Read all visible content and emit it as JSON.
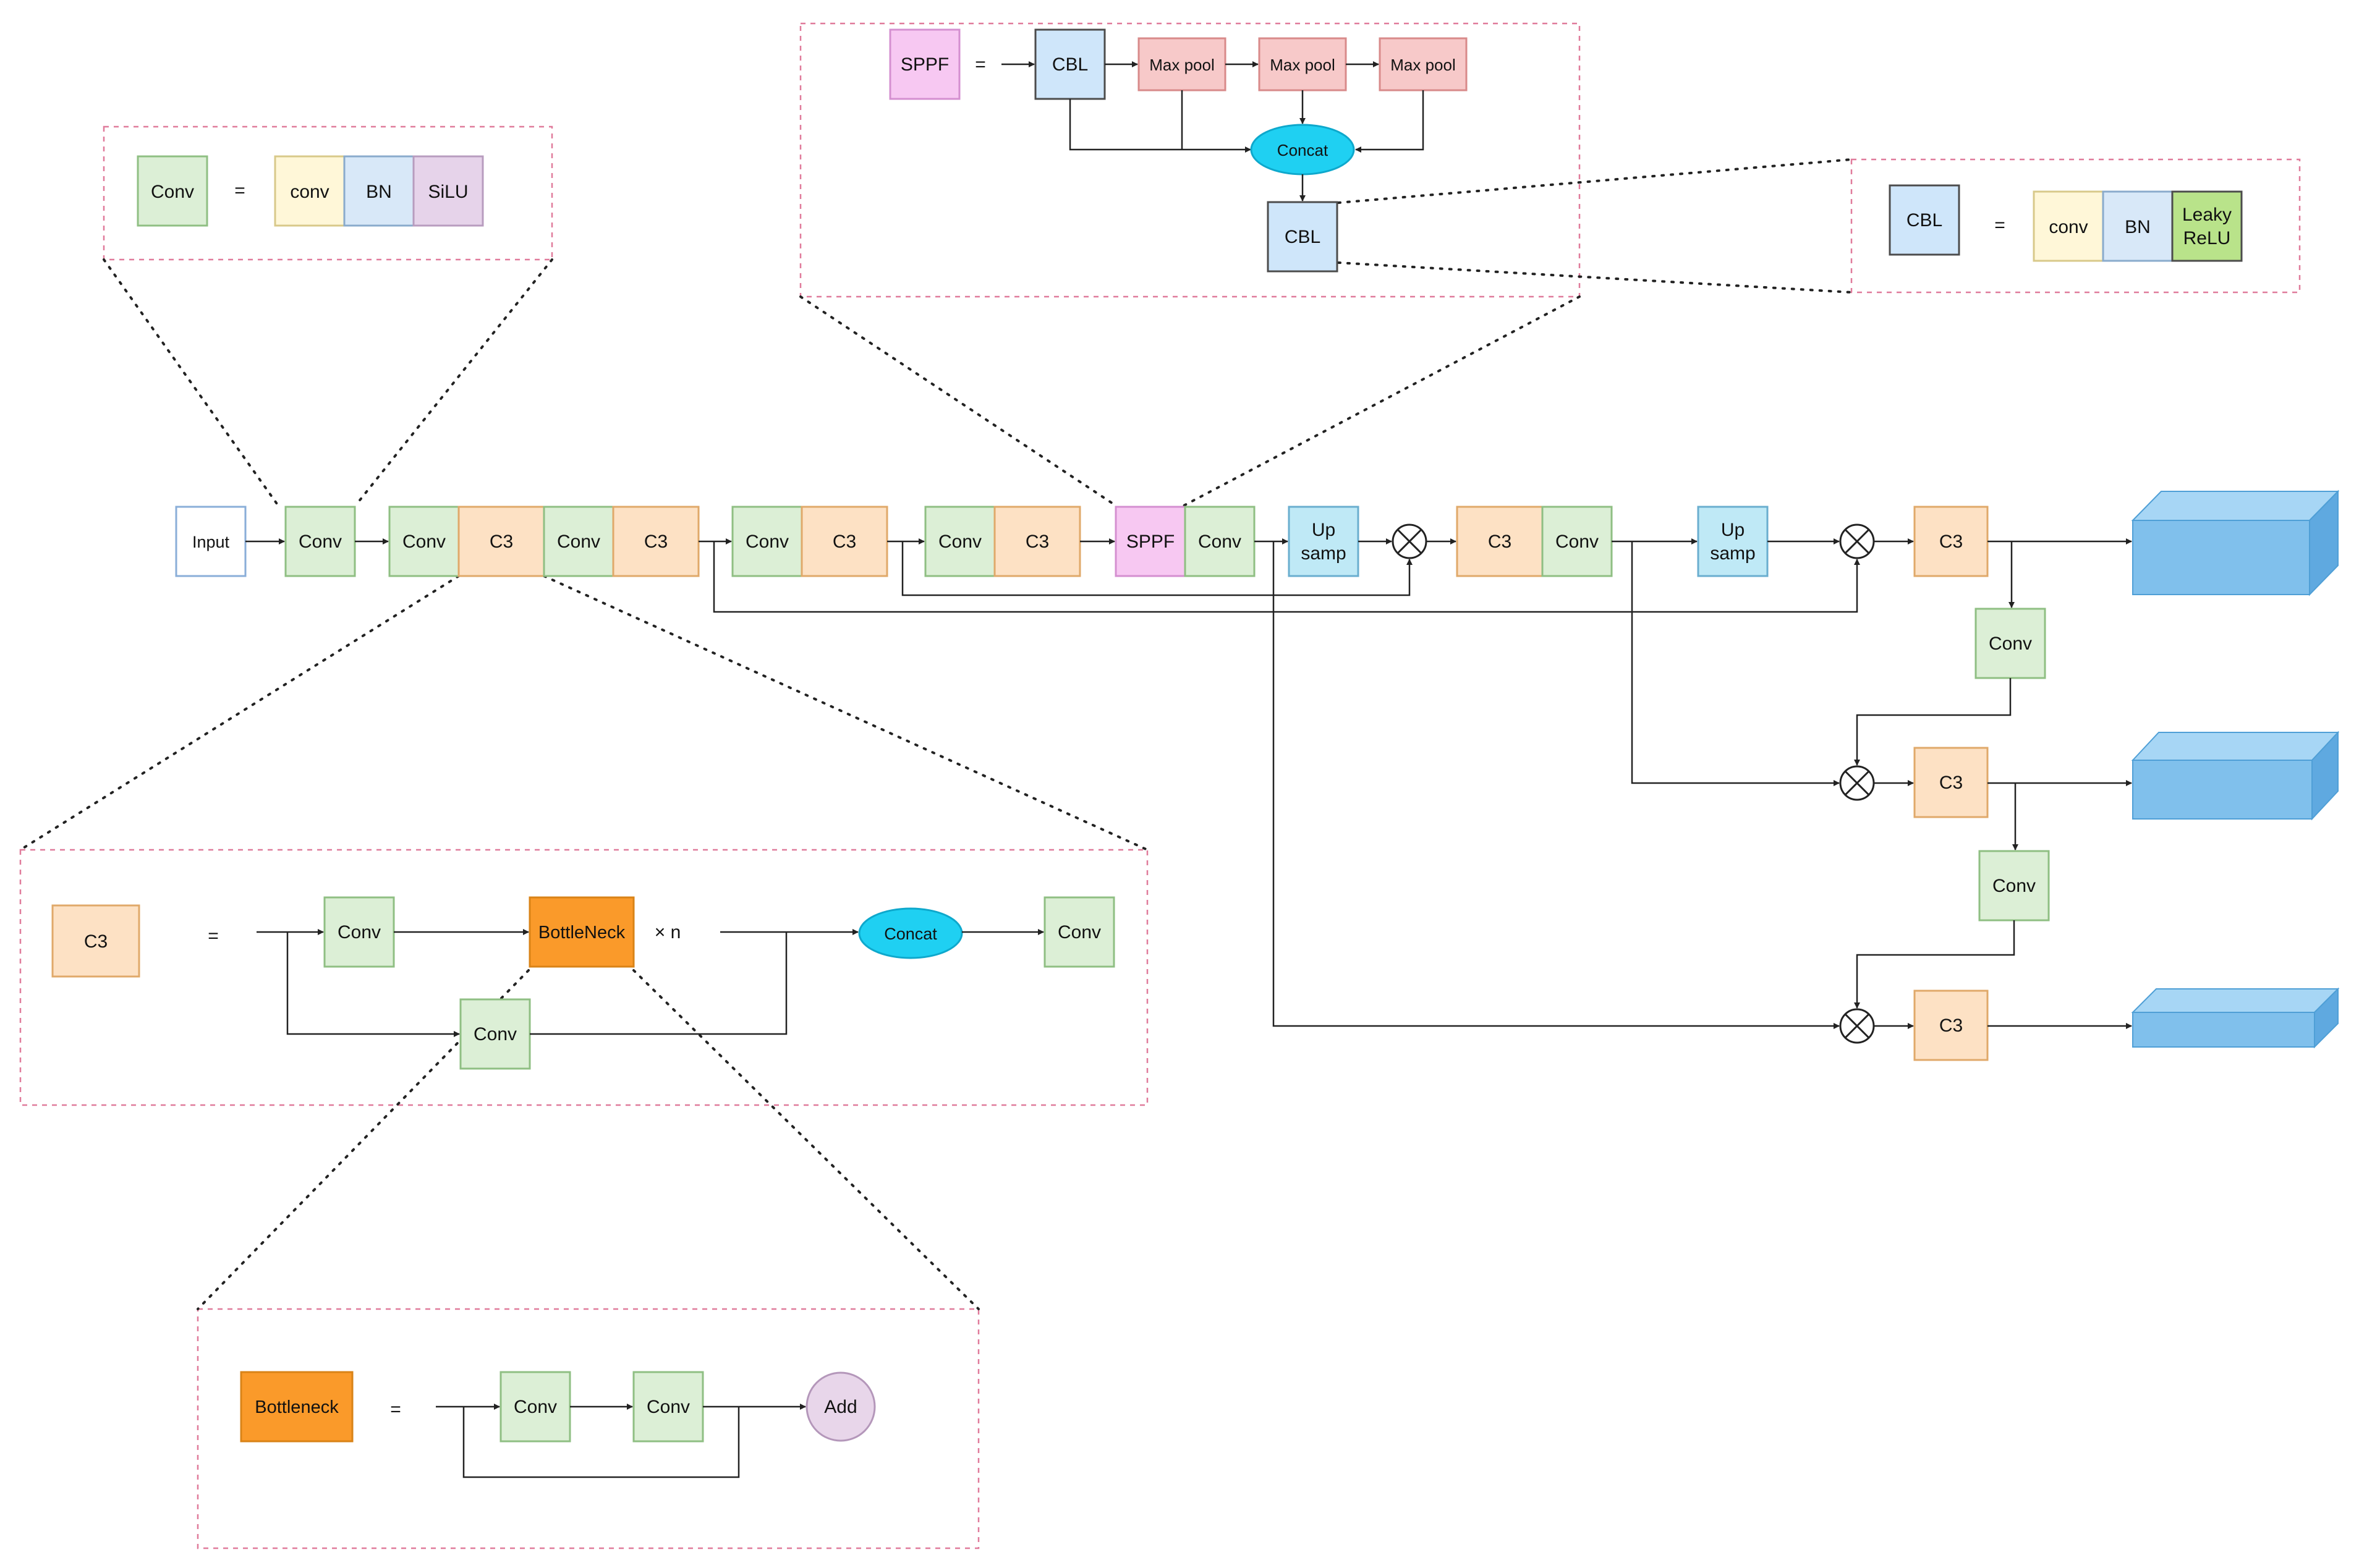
{
  "labels": {
    "conv": "Conv",
    "conv_lower": "conv",
    "bn": "BN",
    "silu": "SiLU",
    "c3": "C3",
    "cbl": "CBL",
    "max_pool": "Max pool",
    "concat": "Concat",
    "sppf": "SPPF",
    "leaky": "Leaky",
    "relu": "ReLU",
    "input": "Input",
    "up": "Up",
    "samp": "samp",
    "bottleneck_cap": "BottleNeck",
    "bottleneck": "Bottleneck",
    "times_n": "× n",
    "add": "Add",
    "equals": "="
  }
}
